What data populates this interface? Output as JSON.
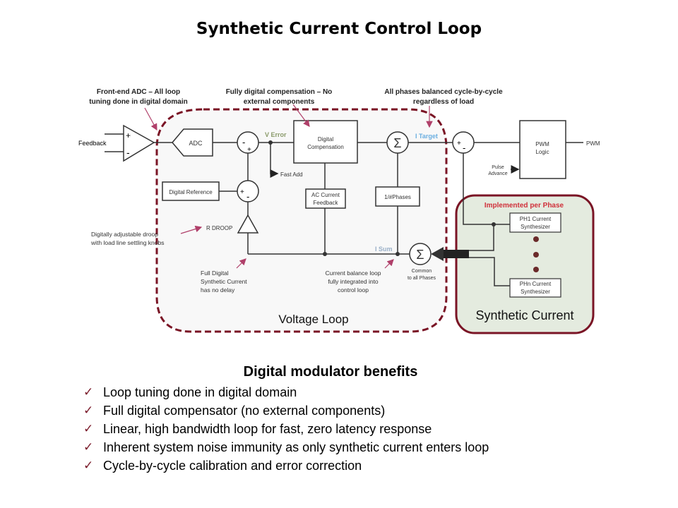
{
  "title": "Synthetic Current Control Loop",
  "diagram": {
    "colors": {
      "dashed_border": "#7a1425",
      "annotation_arrow": "#b0406a",
      "verror_label": "#8a9a6a",
      "current_label": "#6aaee0",
      "implemented_label": "#d0303a",
      "synth_panel_fill": "#e4ebdf",
      "dots": "#6a2a2a",
      "line": "#333333"
    },
    "callouts": {
      "front_end_adc": [
        "Front-end ADC – All loop",
        "tuning done in digital domain"
      ],
      "fully_digital": [
        "Fully digital compensation – No",
        "external components"
      ],
      "all_phases": [
        "All phases balanced cycle-by-cycle",
        "regardless of load"
      ],
      "droop": [
        "Digitally adjustable droop",
        "with load line settling knobs"
      ],
      "full_digital_synth": [
        "Full Digital",
        "Synthetic Current",
        "has no delay"
      ],
      "current_balance": [
        "Current balance loop",
        "fully integrated into",
        "control loop"
      ]
    },
    "labels": {
      "feedback": "Feedback",
      "plus": "+",
      "minus": "-",
      "adc": "ADC",
      "v_error": "V  Error",
      "digital_compensation": [
        "Digital",
        "Compensation"
      ],
      "fast_add": "Fast Add",
      "i_target": "I  Target",
      "sigma": "Σ",
      "pwm_logic": [
        "PWM",
        "Logic"
      ],
      "pwm_out": "PWM",
      "pulse_advance": [
        "Pulse",
        "Advance"
      ],
      "digital_reference": "Digital  Reference",
      "ac_current_feedback": [
        "AC Current",
        "Feedback"
      ],
      "one_over_phases": "1/#Phases",
      "r_droop": "R  DROOP",
      "i_sum": "I  Sum",
      "common_all_phases": [
        "Common",
        "to all Phases"
      ],
      "implemented_per_phase": "Implemented per Phase",
      "ph1": [
        "PH1  Current",
        "Synthesizer"
      ],
      "phn": [
        "PHn  Current",
        "Synthesizer"
      ],
      "voltage_loop": "Voltage Loop",
      "synthetic_current": "Synthetic Current"
    }
  },
  "benefits": {
    "title": "Digital modulator benefits",
    "check_icon": "✓",
    "items": [
      "Loop tuning done in digital domain",
      "Full digital compensator (no external components)",
      "Linear, high bandwidth  loop for fast, zero latency  response",
      "Inherent system noise immunity  as only synthetic current enters loop",
      "Cycle-by-cycle calibration and error correction"
    ]
  }
}
